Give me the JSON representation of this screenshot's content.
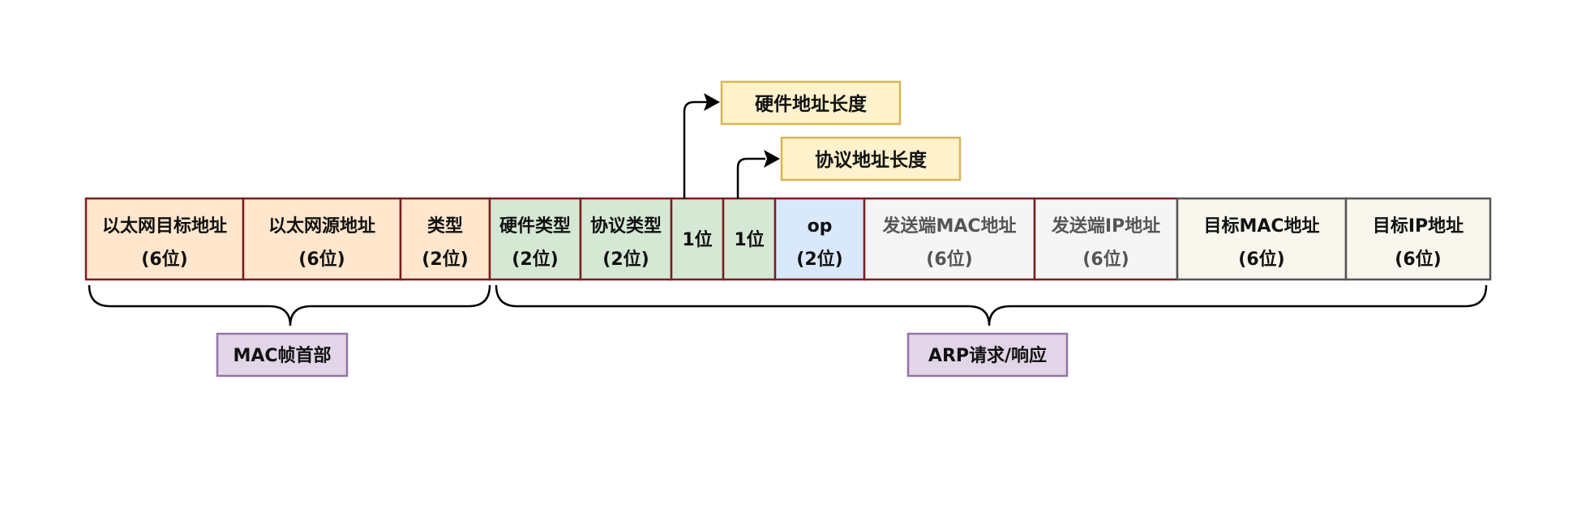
{
  "frame": {
    "header_section": "MAC帧首部",
    "payload_section": "ARP请求/响应",
    "fields": [
      {
        "name": "以太网目标地址",
        "size": "(6位)",
        "fill": "#ffe6cc",
        "stroke": "#7a1f1f"
      },
      {
        "name": "以太网源地址",
        "size": "(6位)",
        "fill": "#ffe6cc",
        "stroke": "#7a1f1f"
      },
      {
        "name": "类型",
        "size": "(2位)",
        "fill": "#ffe6cc",
        "stroke": "#7a1f1f"
      },
      {
        "name": "硬件类型",
        "size": "(2位)",
        "fill": "#d5e8d4",
        "stroke": "#7a1f1f"
      },
      {
        "name": "协议类型",
        "size": "(2位)",
        "fill": "#d5e8d4",
        "stroke": "#7a1f1f"
      },
      {
        "name": "1位",
        "size": "",
        "fill": "#d5e8d4",
        "stroke": "#7a1f1f"
      },
      {
        "name": "1位",
        "size": "",
        "fill": "#d5e8d4",
        "stroke": "#7a1f1f"
      },
      {
        "name": "op",
        "size": "(2位)",
        "fill": "#dae8fc",
        "stroke": "#7a1f1f"
      },
      {
        "name": "发送端MAC地址",
        "size": "(6位)",
        "fill": "#f5f5f5",
        "stroke": "#7a1f1f",
        "muted": true
      },
      {
        "name": "发送端IP地址",
        "size": "(6位)",
        "fill": "#f5f5f5",
        "stroke": "#7a1f1f",
        "muted": true
      },
      {
        "name": "目标MAC地址",
        "size": "(6位)",
        "fill": "#f9f7ed",
        "stroke": "#555555"
      },
      {
        "name": "目标IP地址",
        "size": "(6位)",
        "fill": "#f9f7ed",
        "stroke": "#555555"
      }
    ]
  },
  "callouts": [
    {
      "label": "硬件地址长度",
      "points_to_field": 5
    },
    {
      "label": "协议地址长度",
      "points_to_field": 6
    }
  ],
  "colors": {
    "callout_fill": "#fff2cc",
    "callout_stroke": "#d6b656",
    "section_label_fill": "#e1d5e7",
    "section_label_stroke": "#9673a6",
    "line": "#000000"
  }
}
